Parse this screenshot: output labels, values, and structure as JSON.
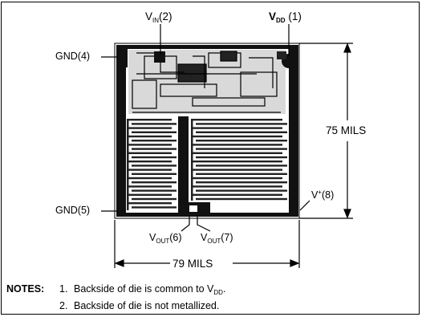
{
  "labels": {
    "vin": {
      "main": "V",
      "sub": "IN",
      "tail": "(2)"
    },
    "vdd": {
      "main": "V",
      "sub": "DD",
      "tail": " (1)"
    },
    "gnd4": "GND(4)",
    "gnd5": "GND(5)",
    "vplus": {
      "main": "V",
      "sup": "+",
      "tail": "(8)"
    },
    "vout6": {
      "main": "V",
      "sub": "OUT",
      "tail": "(6)"
    },
    "vout7": {
      "main": "V",
      "sub": "OUT",
      "tail": "(7)"
    }
  },
  "dimensions": {
    "height": "75 MILS",
    "width": "79 MILS"
  },
  "notes": {
    "heading": "NOTES:",
    "items": [
      {
        "number": "1.",
        "text_main": "Backside of die is common to V",
        "text_sub": "DD",
        "text_end": "."
      },
      {
        "number": "2.",
        "text_main": "Backside of die is not metallized.",
        "text_sub": "",
        "text_end": ""
      }
    ]
  }
}
